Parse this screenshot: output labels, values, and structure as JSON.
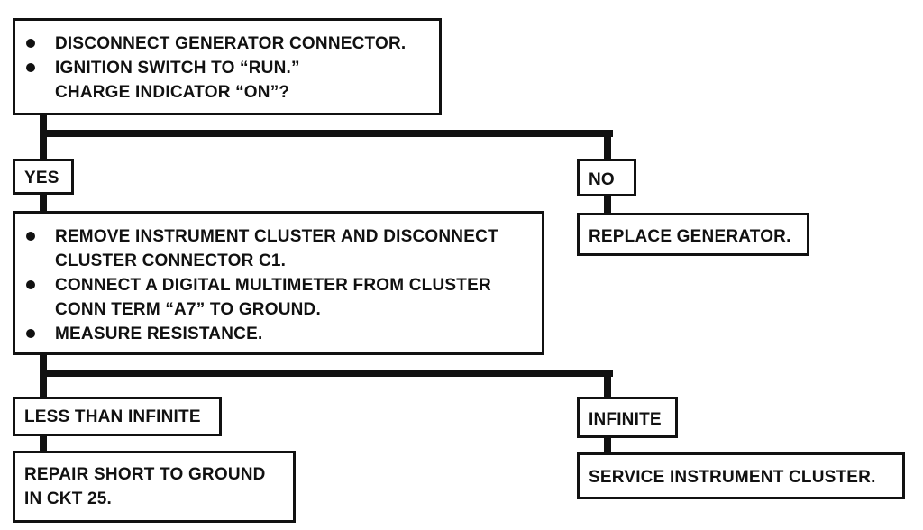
{
  "step1": {
    "bullets": [
      "DISCONNECT GENERATOR CONNECTOR.",
      "IGNITION SWITCH TO “RUN.”"
    ],
    "question": "CHARGE INDICATOR “ON”?"
  },
  "branch1": {
    "yes_label": "YES",
    "no_label": "NO",
    "no_result": "REPLACE GENERATOR."
  },
  "step2": {
    "bullets": [
      {
        "line1": "REMOVE INSTRUMENT CLUSTER AND DISCONNECT",
        "line2": "CLUSTER CONNECTOR C1."
      },
      {
        "line1": "CONNECT A DIGITAL MULTIMETER FROM CLUSTER",
        "line2": "CONN TERM “A7” TO GROUND."
      },
      {
        "line1": "MEASURE RESISTANCE.",
        "line2": ""
      }
    ]
  },
  "branch2": {
    "less_label": "LESS THAN INFINITE",
    "less_result_line1": "REPAIR SHORT TO GROUND",
    "less_result_line2": "IN CKT 25.",
    "infinite_label": "INFINITE",
    "infinite_result": "SERVICE INSTRUMENT CLUSTER."
  }
}
